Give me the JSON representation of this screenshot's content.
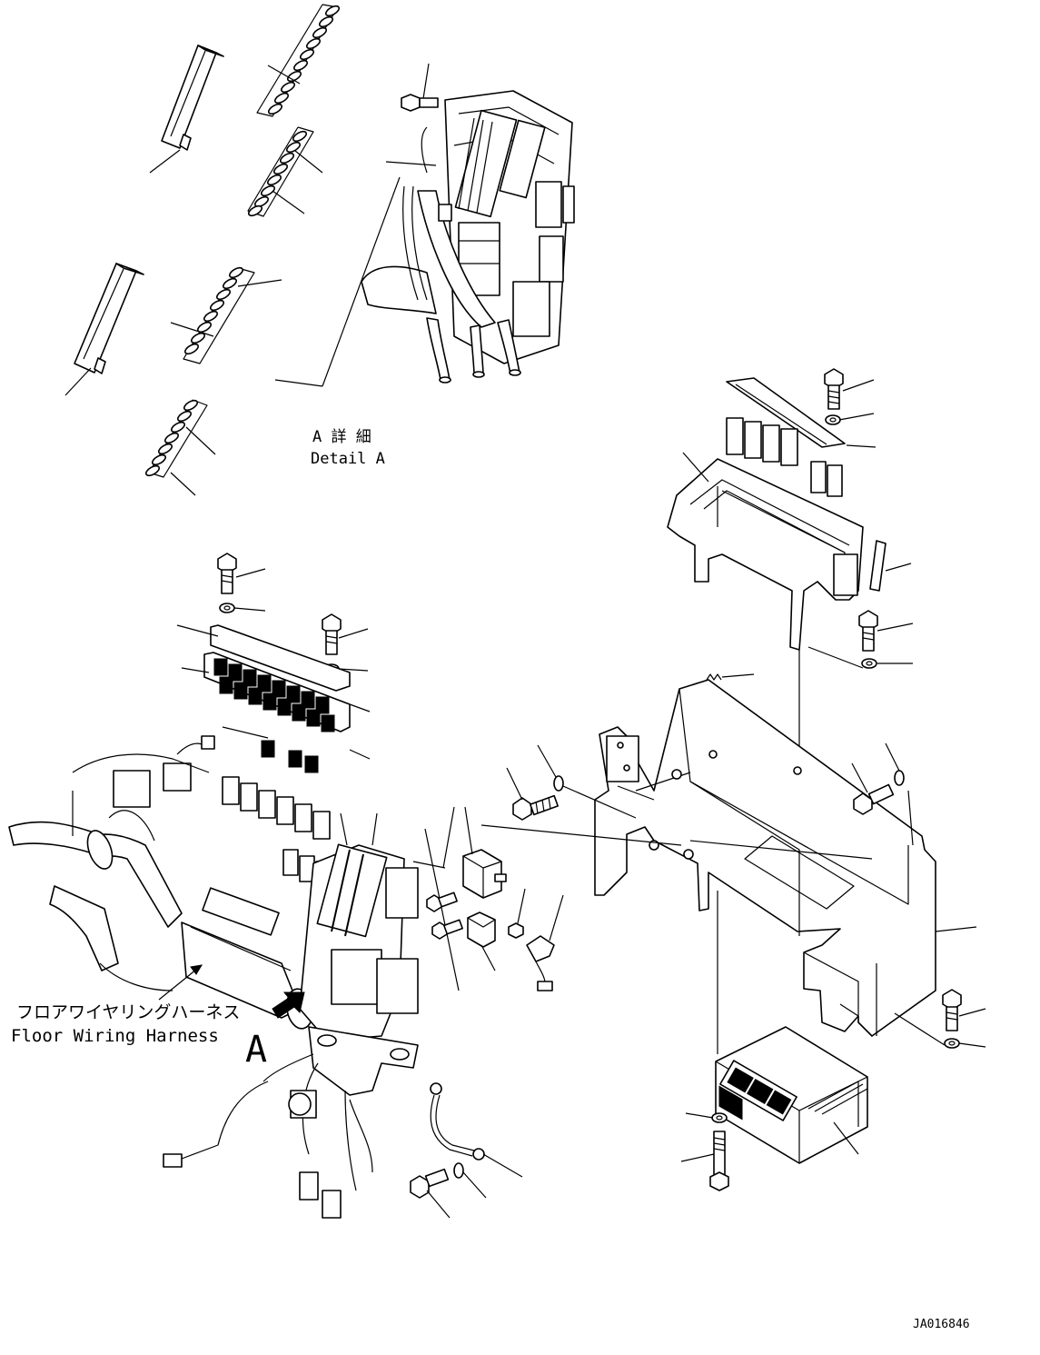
{
  "detail": {
    "jp": "A 詳 細",
    "en": "Detail A"
  },
  "harness": {
    "jp": "フロアワイヤリングハーネス",
    "en": "Floor Wiring Harness"
  },
  "view_marker": "A",
  "drawing_number": "JA016846"
}
